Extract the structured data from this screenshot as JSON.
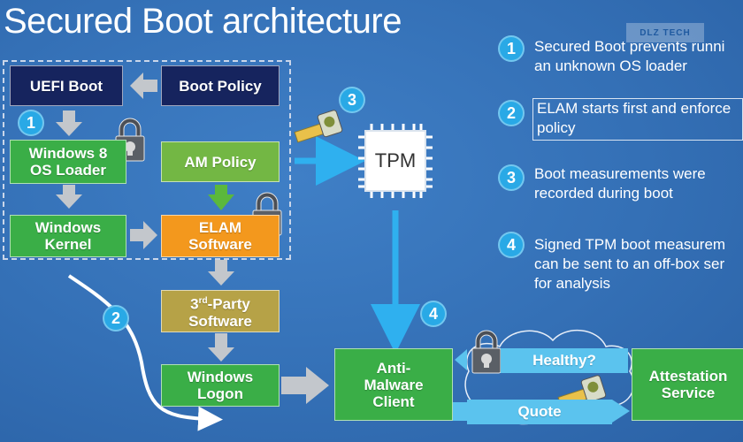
{
  "title": "Secured Boot architecture",
  "watermark": "DLZ TECH",
  "boxes": {
    "uefi_boot": "UEFI Boot",
    "boot_policy": "Boot Policy",
    "os_loader": "Windows 8\nOS Loader",
    "am_policy": "AM Policy",
    "windows_kernel": "Windows\nKernel",
    "elam_software": "ELAM\nSoftware",
    "third_party": "3rd-Party\nSoftware",
    "third_party_main": "3",
    "third_party_sup": "rd",
    "third_party_rest": "-Party",
    "third_party_line2": "Software",
    "windows_logon": "Windows\nLogon",
    "anti_malware": "Anti-\nMalware\nClient",
    "attestation": "Attestation\nService",
    "tpm": "TPM"
  },
  "banners": {
    "healthy": "Healthy?",
    "quote": "Quote"
  },
  "markers": {
    "m1": "1",
    "m2": "2",
    "m3": "3",
    "m4": "4"
  },
  "notes": [
    {
      "num": "1",
      "text": "Secured Boot prevents runni\nan unknown OS loader"
    },
    {
      "num": "2",
      "text": "ELAM starts first and enforce\npolicy"
    },
    {
      "num": "3",
      "text": "Boot measurements were\nrecorded during boot"
    },
    {
      "num": "4",
      "text": "Signed TPM boot measurem\ncan be sent to an off-box ser\nfor analysis"
    }
  ],
  "colors": {
    "background": "#3470b6",
    "navy": "#16245e",
    "green": "#3aae47",
    "orange": "#f3981d",
    "olive": "#b6a247",
    "accent_blue": "#29a9e6",
    "arrow_gray": "#c3c7cc"
  },
  "icons": [
    "lock-icon",
    "certificate-icon",
    "cloud-icon",
    "arrow-icon"
  ]
}
